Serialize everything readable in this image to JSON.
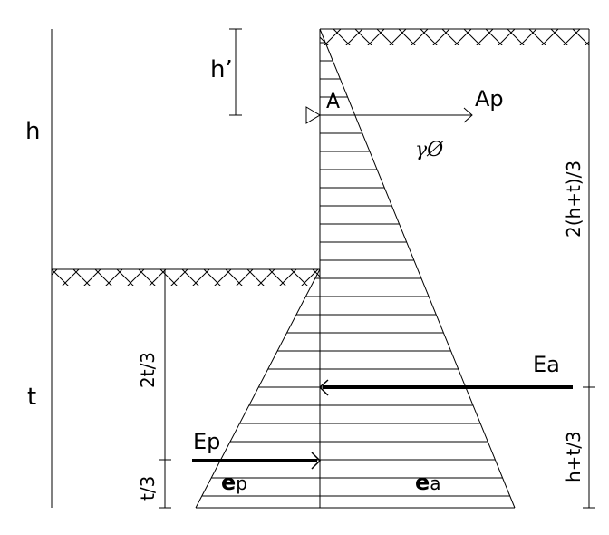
{
  "labels": {
    "h": "h",
    "t": "t",
    "h_prime": "h’",
    "point_a": "A",
    "ap": "Ap",
    "gamma_phi": "γØ",
    "dim_2ht3": "2(h+t)/3",
    "dim_2t3": "2t/3",
    "dim_t3": "t/3",
    "dim_ht3": "h+t/3",
    "ea_force": "Ea",
    "ep_force": "Ep",
    "ep_pressure_main": "e",
    "ep_pressure_sub": "p",
    "ea_pressure_main": "e",
    "ea_pressure_sub": "a"
  },
  "colors": {
    "ink": "#000000",
    "background": "#ffffff"
  }
}
